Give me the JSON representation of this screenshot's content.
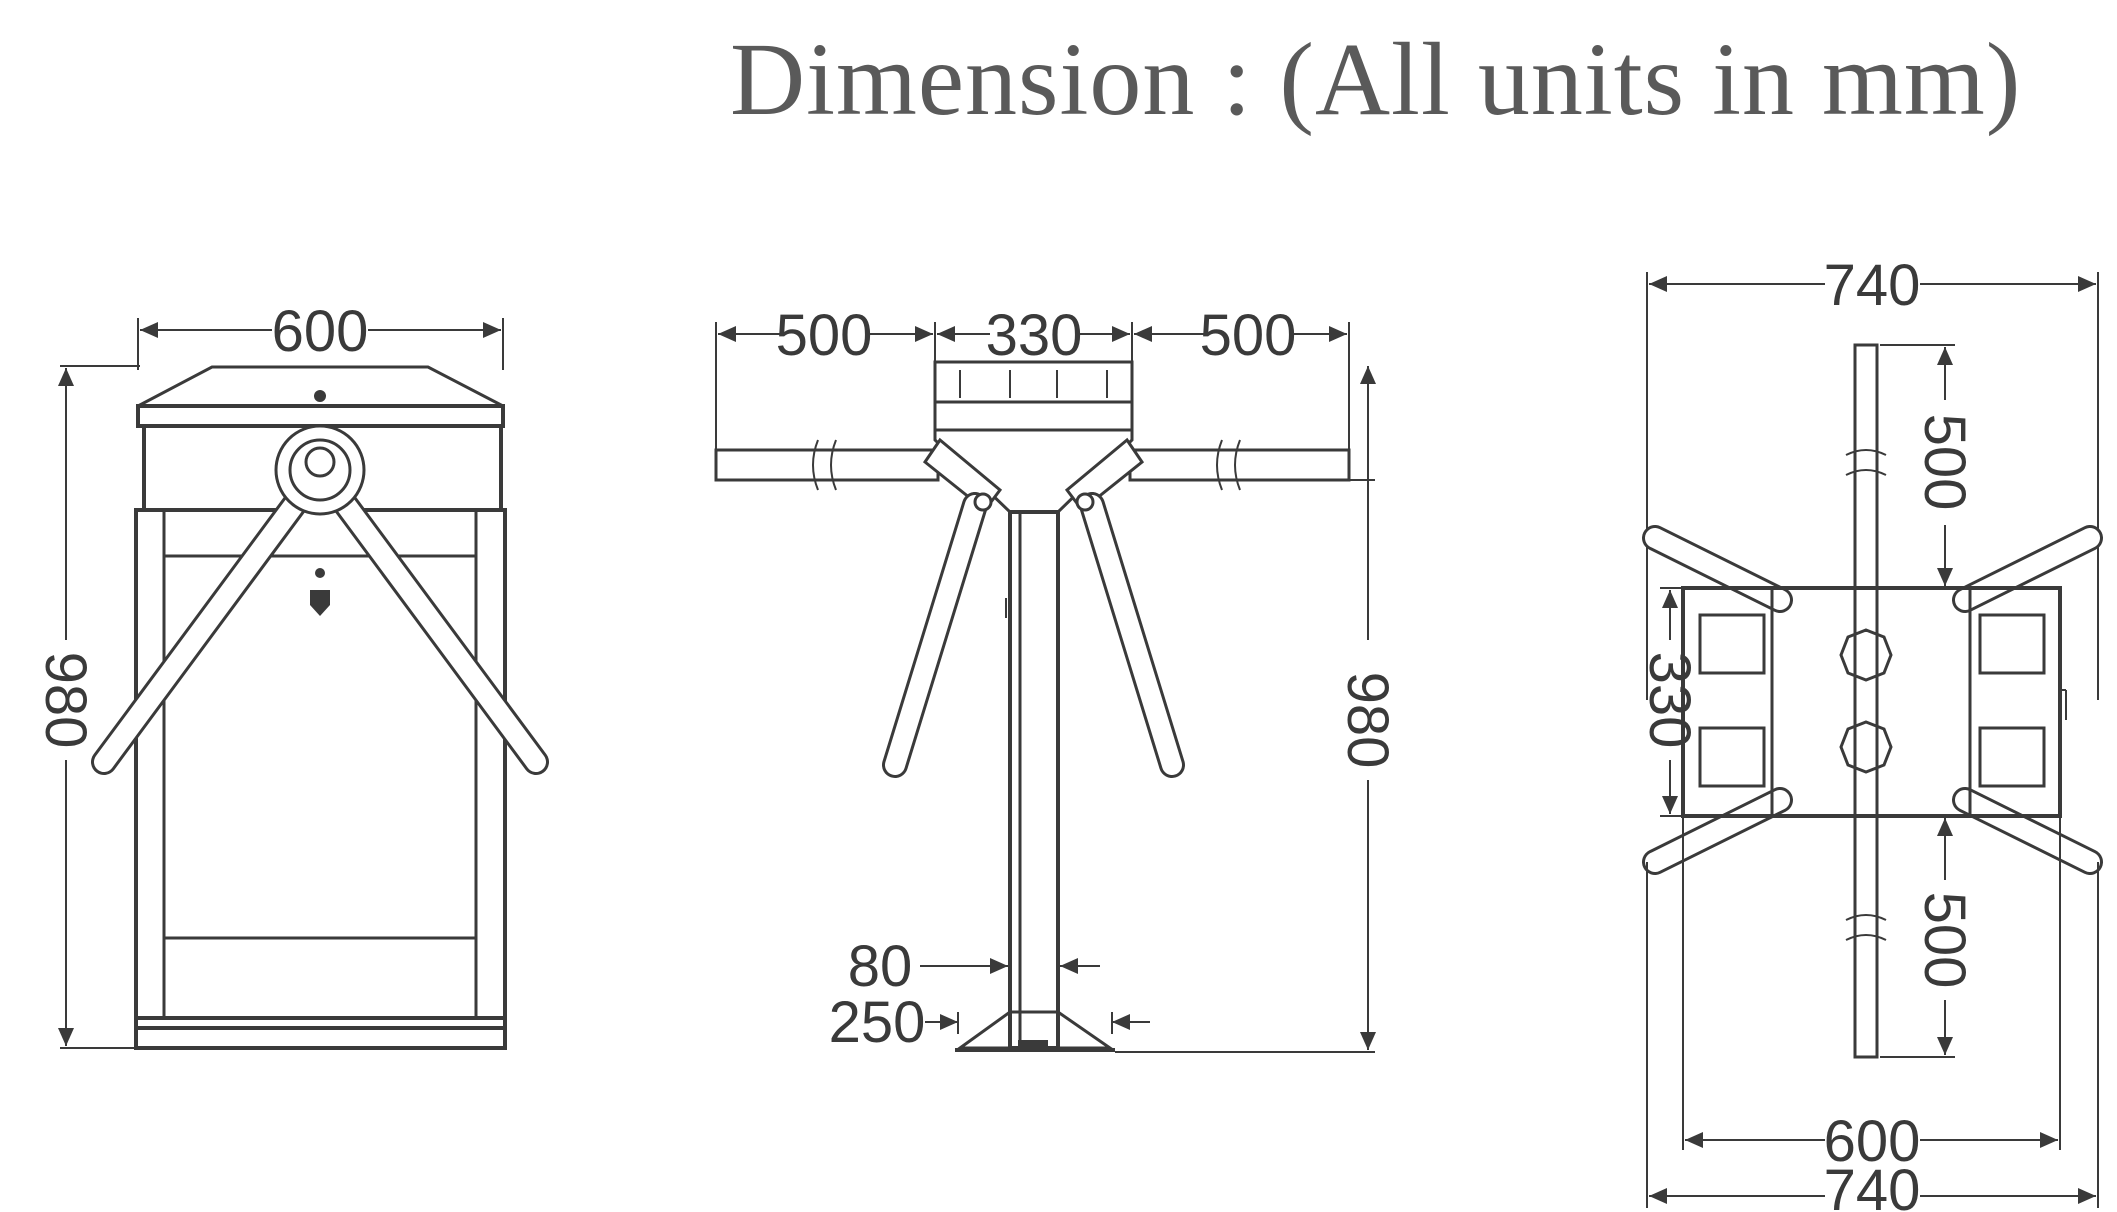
{
  "title": "Dimension : (All units in mm)",
  "front_view": {
    "width_label": "600",
    "height_label": "980"
  },
  "side_view": {
    "arm_left_label": "500",
    "head_label": "330",
    "arm_right_label": "500",
    "height_label": "980",
    "post_label": "80",
    "base_label": "250"
  },
  "top_view": {
    "overall_top_label": "740",
    "arm_top_label": "500",
    "depth_label": "330",
    "arm_bottom_label": "500",
    "body_width_label": "600",
    "overall_bottom_label": "740"
  }
}
